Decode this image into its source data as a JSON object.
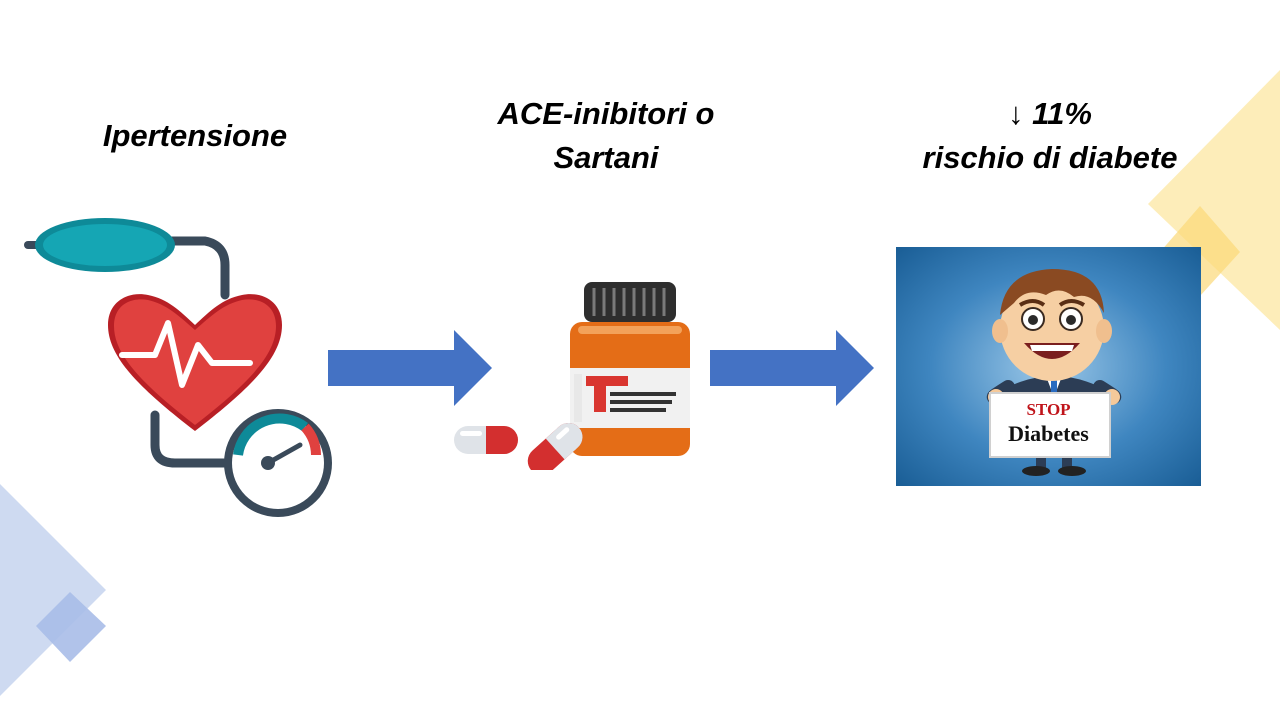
{
  "slide": {
    "steps": [
      {
        "title": "Ipertensione"
      },
      {
        "title_line1": "ACE-inibitori o",
        "title_line2": "Sartani"
      },
      {
        "title_line1": "↓ 11%",
        "title_line2": "rischio di diabete"
      }
    ],
    "sign": {
      "line1": "STOP",
      "line2": "Diabetes"
    }
  },
  "colors": {
    "arrow": "#4472c4",
    "deco_yellow": "#fbe7a6",
    "deco_blue": "#c9d6f0",
    "card_blue": "#1f6fa8"
  }
}
